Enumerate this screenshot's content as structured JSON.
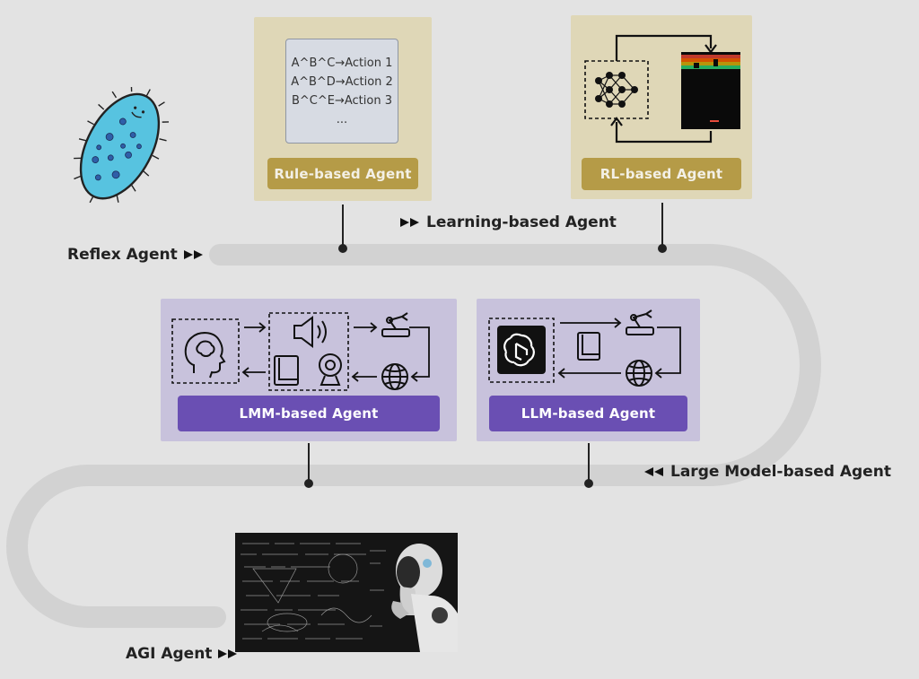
{
  "stages": {
    "reflex": "Reflex Agent",
    "learning": "Learning-based Agent",
    "large_model": "Large Model-based Agent",
    "agi": "AGI Agent"
  },
  "cards": {
    "rule": {
      "label": "Rule-based Agent",
      "rules": [
        "A^B^C→Action 1",
        "A^B^D→Action 2",
        "B^C^E→Action 3",
        "..."
      ]
    },
    "rl": {
      "label": "RL-based Agent"
    },
    "lmm": {
      "label": "LMM-based Agent"
    },
    "llm": {
      "label": "LLM-based Agent"
    }
  },
  "colors": {
    "background": "#e3e3e3",
    "road": "#d2d2d2",
    "gold_card": "#dfd7b7",
    "gold_pill": "#b59b47",
    "purple_card": "#c8c2dc",
    "purple_pill": "#6a4fb3",
    "microbe": "#57c3e0"
  },
  "icons": [
    "microbe-icon",
    "neural-network-icon",
    "game-screen-icon",
    "brain-head-icon",
    "speaker-icon",
    "robot-arm-icon",
    "book-icon",
    "webcam-icon",
    "globe-icon",
    "openai-logo-icon",
    "humanoid-robot-image"
  ]
}
